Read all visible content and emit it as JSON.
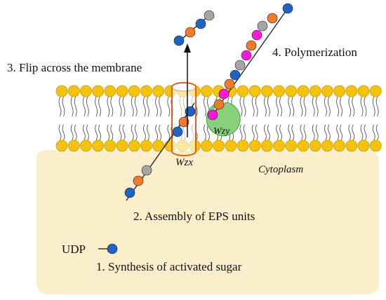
{
  "labels": {
    "step1": "1. Synthesis of activated sugar",
    "step2": "2. Assembly of EPS units",
    "step3": "3. Flip across the membrane",
    "step4": "4. Polymerization",
    "cytoplasm": "Cytoplasm",
    "udp": "UDP",
    "wzx": "Wzx",
    "wzy": "Wzy"
  },
  "colors": {
    "cytoplasm_fill": "#fbeecb",
    "lipid_head": "#f5c20d",
    "lipid_head_stroke": "#c99a00",
    "lipid_tail": "#555555",
    "wzx_stroke": "#e06020",
    "wzy_fill": "#88d07a",
    "bead_blue": "#1f64c4",
    "bead_orange": "#f07a2a",
    "bead_gray": "#a6a6a6",
    "bead_magenta": "#ff18dc"
  },
  "icons": {
    "flip_arrow": "arrow-up-icon"
  }
}
